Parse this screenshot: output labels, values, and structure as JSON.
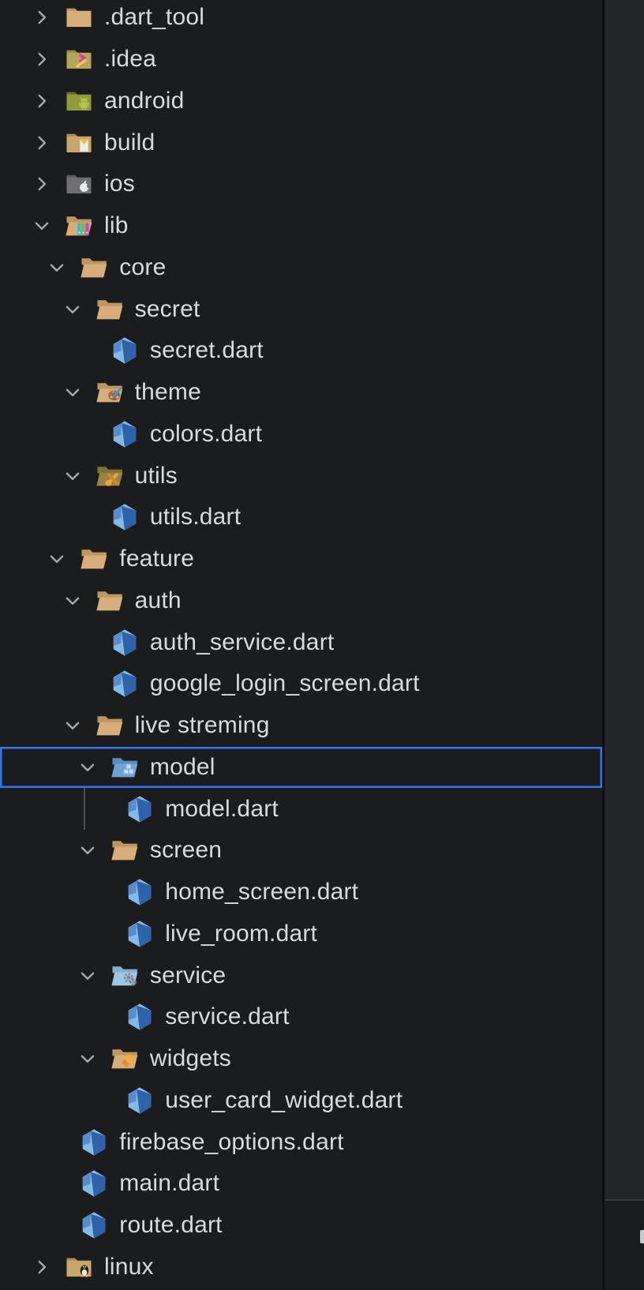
{
  "colors": {
    "panel_bg": "#1b1c1e",
    "editor_bg": "#232528",
    "editor_bottom_bg": "#1a1b1d",
    "divider": "#0d0e10",
    "text": "#d8dade",
    "selection_border": "#3574F0",
    "chevron": "#a6a9ad",
    "indent_guide": "#4c4e52",
    "folder_tan": "#d7ae79",
    "dart_light": "#82bae8",
    "dart_dark": "#2f62a8"
  },
  "explorer": {
    "items": [
      {
        "label": ".dart_tool",
        "level": 0,
        "kind": "folder",
        "icon": "folder-closed-icon",
        "state": "collapsed",
        "selected": false
      },
      {
        "label": ".idea",
        "level": 0,
        "kind": "folder",
        "icon": "idea-folder-icon",
        "state": "collapsed",
        "selected": false
      },
      {
        "label": "android",
        "level": 0,
        "kind": "folder",
        "icon": "android-folder-icon",
        "state": "collapsed",
        "selected": false
      },
      {
        "label": "build",
        "level": 0,
        "kind": "folder",
        "icon": "build-folder-icon",
        "state": "collapsed",
        "selected": false
      },
      {
        "label": "ios",
        "level": 0,
        "kind": "folder",
        "icon": "ios-folder-icon",
        "state": "collapsed",
        "selected": false
      },
      {
        "label": "lib",
        "level": 0,
        "kind": "folder",
        "icon": "lib-folder-icon",
        "state": "expanded",
        "selected": false
      },
      {
        "label": "core",
        "level": 1,
        "kind": "folder",
        "icon": "folder-open-icon",
        "state": "expanded",
        "selected": false
      },
      {
        "label": "secret",
        "level": 2,
        "kind": "folder",
        "icon": "folder-open-icon",
        "state": "expanded",
        "selected": false
      },
      {
        "label": "secret.dart",
        "level": 3,
        "kind": "file",
        "icon": "dart-file-icon",
        "state": null,
        "selected": false
      },
      {
        "label": "theme",
        "level": 2,
        "kind": "folder",
        "icon": "theme-folder-icon",
        "state": "expanded",
        "selected": false
      },
      {
        "label": "colors.dart",
        "level": 3,
        "kind": "file",
        "icon": "dart-file-icon",
        "state": null,
        "selected": false
      },
      {
        "label": "utils",
        "level": 2,
        "kind": "folder",
        "icon": "utils-folder-icon",
        "state": "expanded",
        "selected": false
      },
      {
        "label": "utils.dart",
        "level": 3,
        "kind": "file",
        "icon": "dart-file-icon",
        "state": null,
        "selected": false
      },
      {
        "label": "feature",
        "level": 1,
        "kind": "folder",
        "icon": "folder-open-icon",
        "state": "expanded",
        "selected": false
      },
      {
        "label": "auth",
        "level": 2,
        "kind": "folder",
        "icon": "folder-open-icon",
        "state": "expanded",
        "selected": false
      },
      {
        "label": "auth_service.dart",
        "level": 3,
        "kind": "file",
        "icon": "dart-file-icon",
        "state": null,
        "selected": false
      },
      {
        "label": "google_login_screen.dart",
        "level": 3,
        "kind": "file",
        "icon": "dart-file-icon",
        "state": null,
        "selected": false
      },
      {
        "label": "live streming",
        "level": 2,
        "kind": "folder",
        "icon": "folder-open-icon",
        "state": "expanded",
        "selected": false
      },
      {
        "label": "model",
        "level": 3,
        "kind": "folder",
        "icon": "model-folder-icon",
        "state": "expanded",
        "selected": true,
        "guide_below": true
      },
      {
        "label": "model.dart",
        "level": 4,
        "kind": "file",
        "icon": "dart-file-icon",
        "state": null,
        "selected": false
      },
      {
        "label": "screen",
        "level": 3,
        "kind": "folder",
        "icon": "folder-open-icon",
        "state": "expanded",
        "selected": false
      },
      {
        "label": "home_screen.dart",
        "level": 4,
        "kind": "file",
        "icon": "dart-file-icon",
        "state": null,
        "selected": false
      },
      {
        "label": "live_room.dart",
        "level": 4,
        "kind": "file",
        "icon": "dart-file-icon",
        "state": null,
        "selected": false
      },
      {
        "label": "service",
        "level": 3,
        "kind": "folder",
        "icon": "service-folder-icon",
        "state": "expanded",
        "selected": false
      },
      {
        "label": "service.dart",
        "level": 4,
        "kind": "file",
        "icon": "dart-file-icon",
        "state": null,
        "selected": false
      },
      {
        "label": "widgets",
        "level": 3,
        "kind": "folder",
        "icon": "widgets-folder-icon",
        "state": "expanded",
        "selected": false
      },
      {
        "label": "user_card_widget.dart",
        "level": 4,
        "kind": "file",
        "icon": "dart-file-icon",
        "state": null,
        "selected": false
      },
      {
        "label": "firebase_options.dart",
        "level": 1,
        "kind": "file",
        "icon": "dart-file-icon",
        "state": null,
        "selected": false
      },
      {
        "label": "main.dart",
        "level": 1,
        "kind": "file",
        "icon": "dart-file-icon",
        "state": null,
        "selected": false
      },
      {
        "label": "route.dart",
        "level": 1,
        "kind": "file",
        "icon": "dart-file-icon",
        "state": null,
        "selected": false
      },
      {
        "label": "linux",
        "level": 0,
        "kind": "folder",
        "icon": "linux-folder-icon",
        "state": "collapsed",
        "selected": false
      }
    ]
  }
}
